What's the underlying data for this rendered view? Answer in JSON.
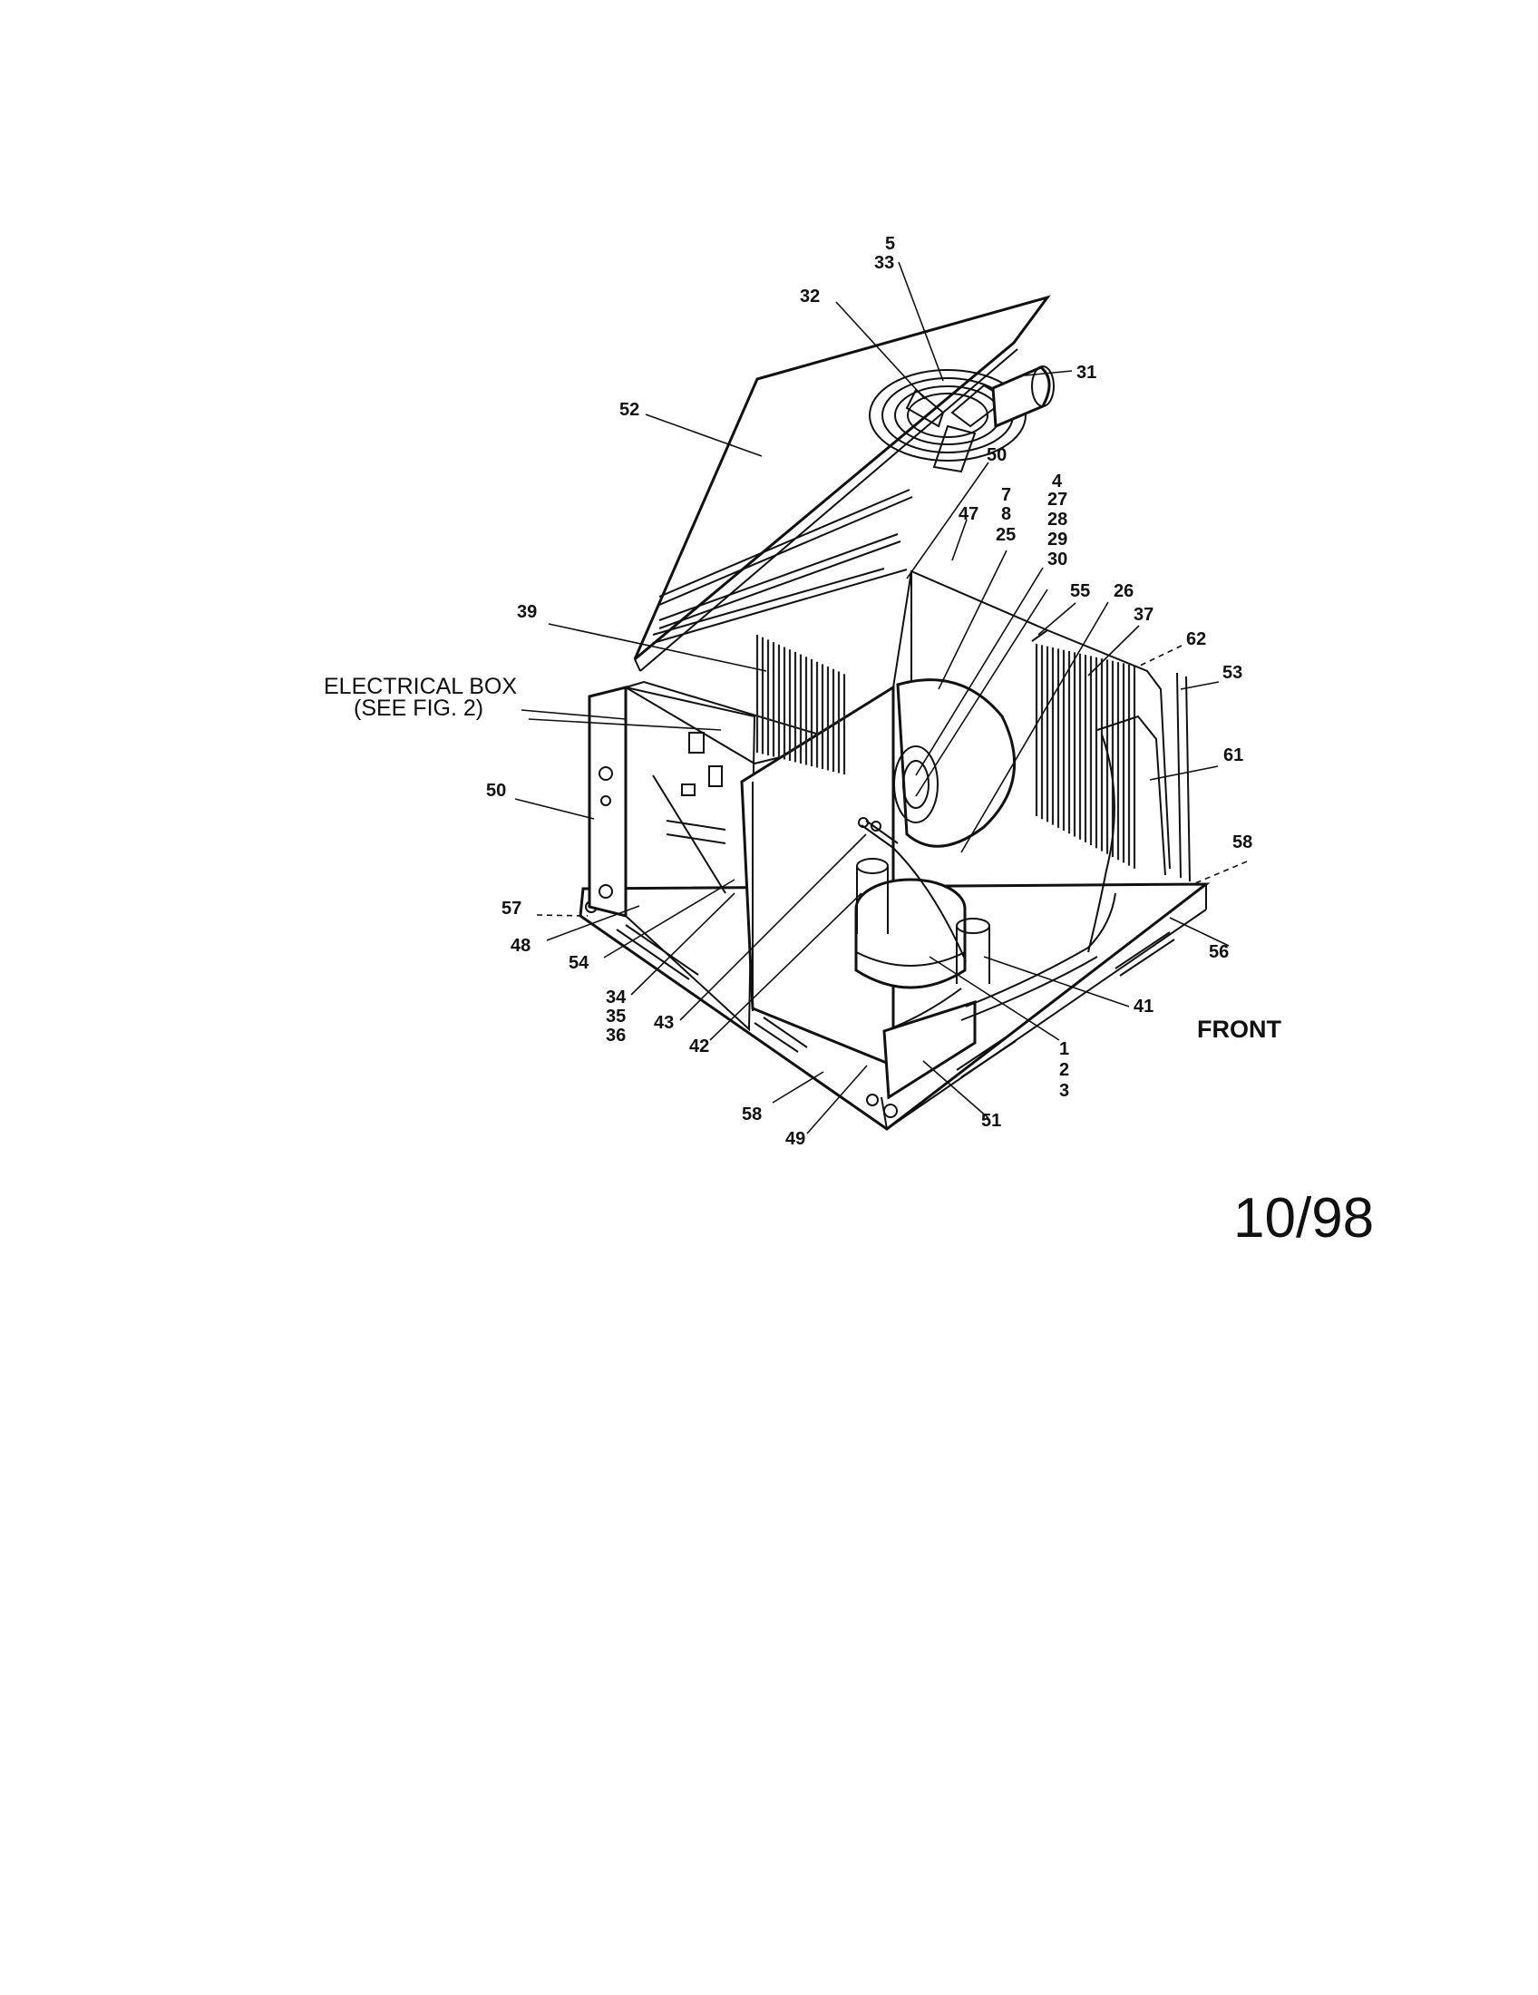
{
  "callouts": [
    {
      "id": "c5",
      "text": "5"
    },
    {
      "id": "c33",
      "text": "33"
    },
    {
      "id": "c32",
      "text": "32"
    },
    {
      "id": "c31",
      "text": "31"
    },
    {
      "id": "c52",
      "text": "52"
    },
    {
      "id": "c50a",
      "text": "50"
    },
    {
      "id": "c4",
      "text": "4"
    },
    {
      "id": "c7",
      "text": "7"
    },
    {
      "id": "c27",
      "text": "27"
    },
    {
      "id": "c47",
      "text": "47"
    },
    {
      "id": "c8",
      "text": "8"
    },
    {
      "id": "c28",
      "text": "28"
    },
    {
      "id": "c25",
      "text": "25"
    },
    {
      "id": "c29",
      "text": "29"
    },
    {
      "id": "c30",
      "text": "30"
    },
    {
      "id": "c55",
      "text": "55"
    },
    {
      "id": "c26",
      "text": "26"
    },
    {
      "id": "c37",
      "text": "37"
    },
    {
      "id": "c39",
      "text": "39"
    },
    {
      "id": "c62",
      "text": "62"
    },
    {
      "id": "c53",
      "text": "53"
    },
    {
      "id": "c61",
      "text": "61"
    },
    {
      "id": "c50b",
      "text": "50"
    },
    {
      "id": "c58a",
      "text": "58"
    },
    {
      "id": "c57",
      "text": "57"
    },
    {
      "id": "c48",
      "text": "48"
    },
    {
      "id": "c54",
      "text": "54"
    },
    {
      "id": "c56",
      "text": "56"
    },
    {
      "id": "c34",
      "text": "34"
    },
    {
      "id": "c35",
      "text": "35"
    },
    {
      "id": "c36",
      "text": "36"
    },
    {
      "id": "c43",
      "text": "43"
    },
    {
      "id": "c42",
      "text": "42"
    },
    {
      "id": "c41",
      "text": "41"
    },
    {
      "id": "c1",
      "text": "1"
    },
    {
      "id": "c2",
      "text": "2"
    },
    {
      "id": "c3",
      "text": "3"
    },
    {
      "id": "c58b",
      "text": "58"
    },
    {
      "id": "c49",
      "text": "49"
    },
    {
      "id": "c51",
      "text": "51"
    }
  ],
  "electrical_box_line1": "ELECTRICAL BOX",
  "electrical_box_line2": "(SEE FIG. 2)",
  "front_label": "FRONT",
  "date_label": "10/98"
}
